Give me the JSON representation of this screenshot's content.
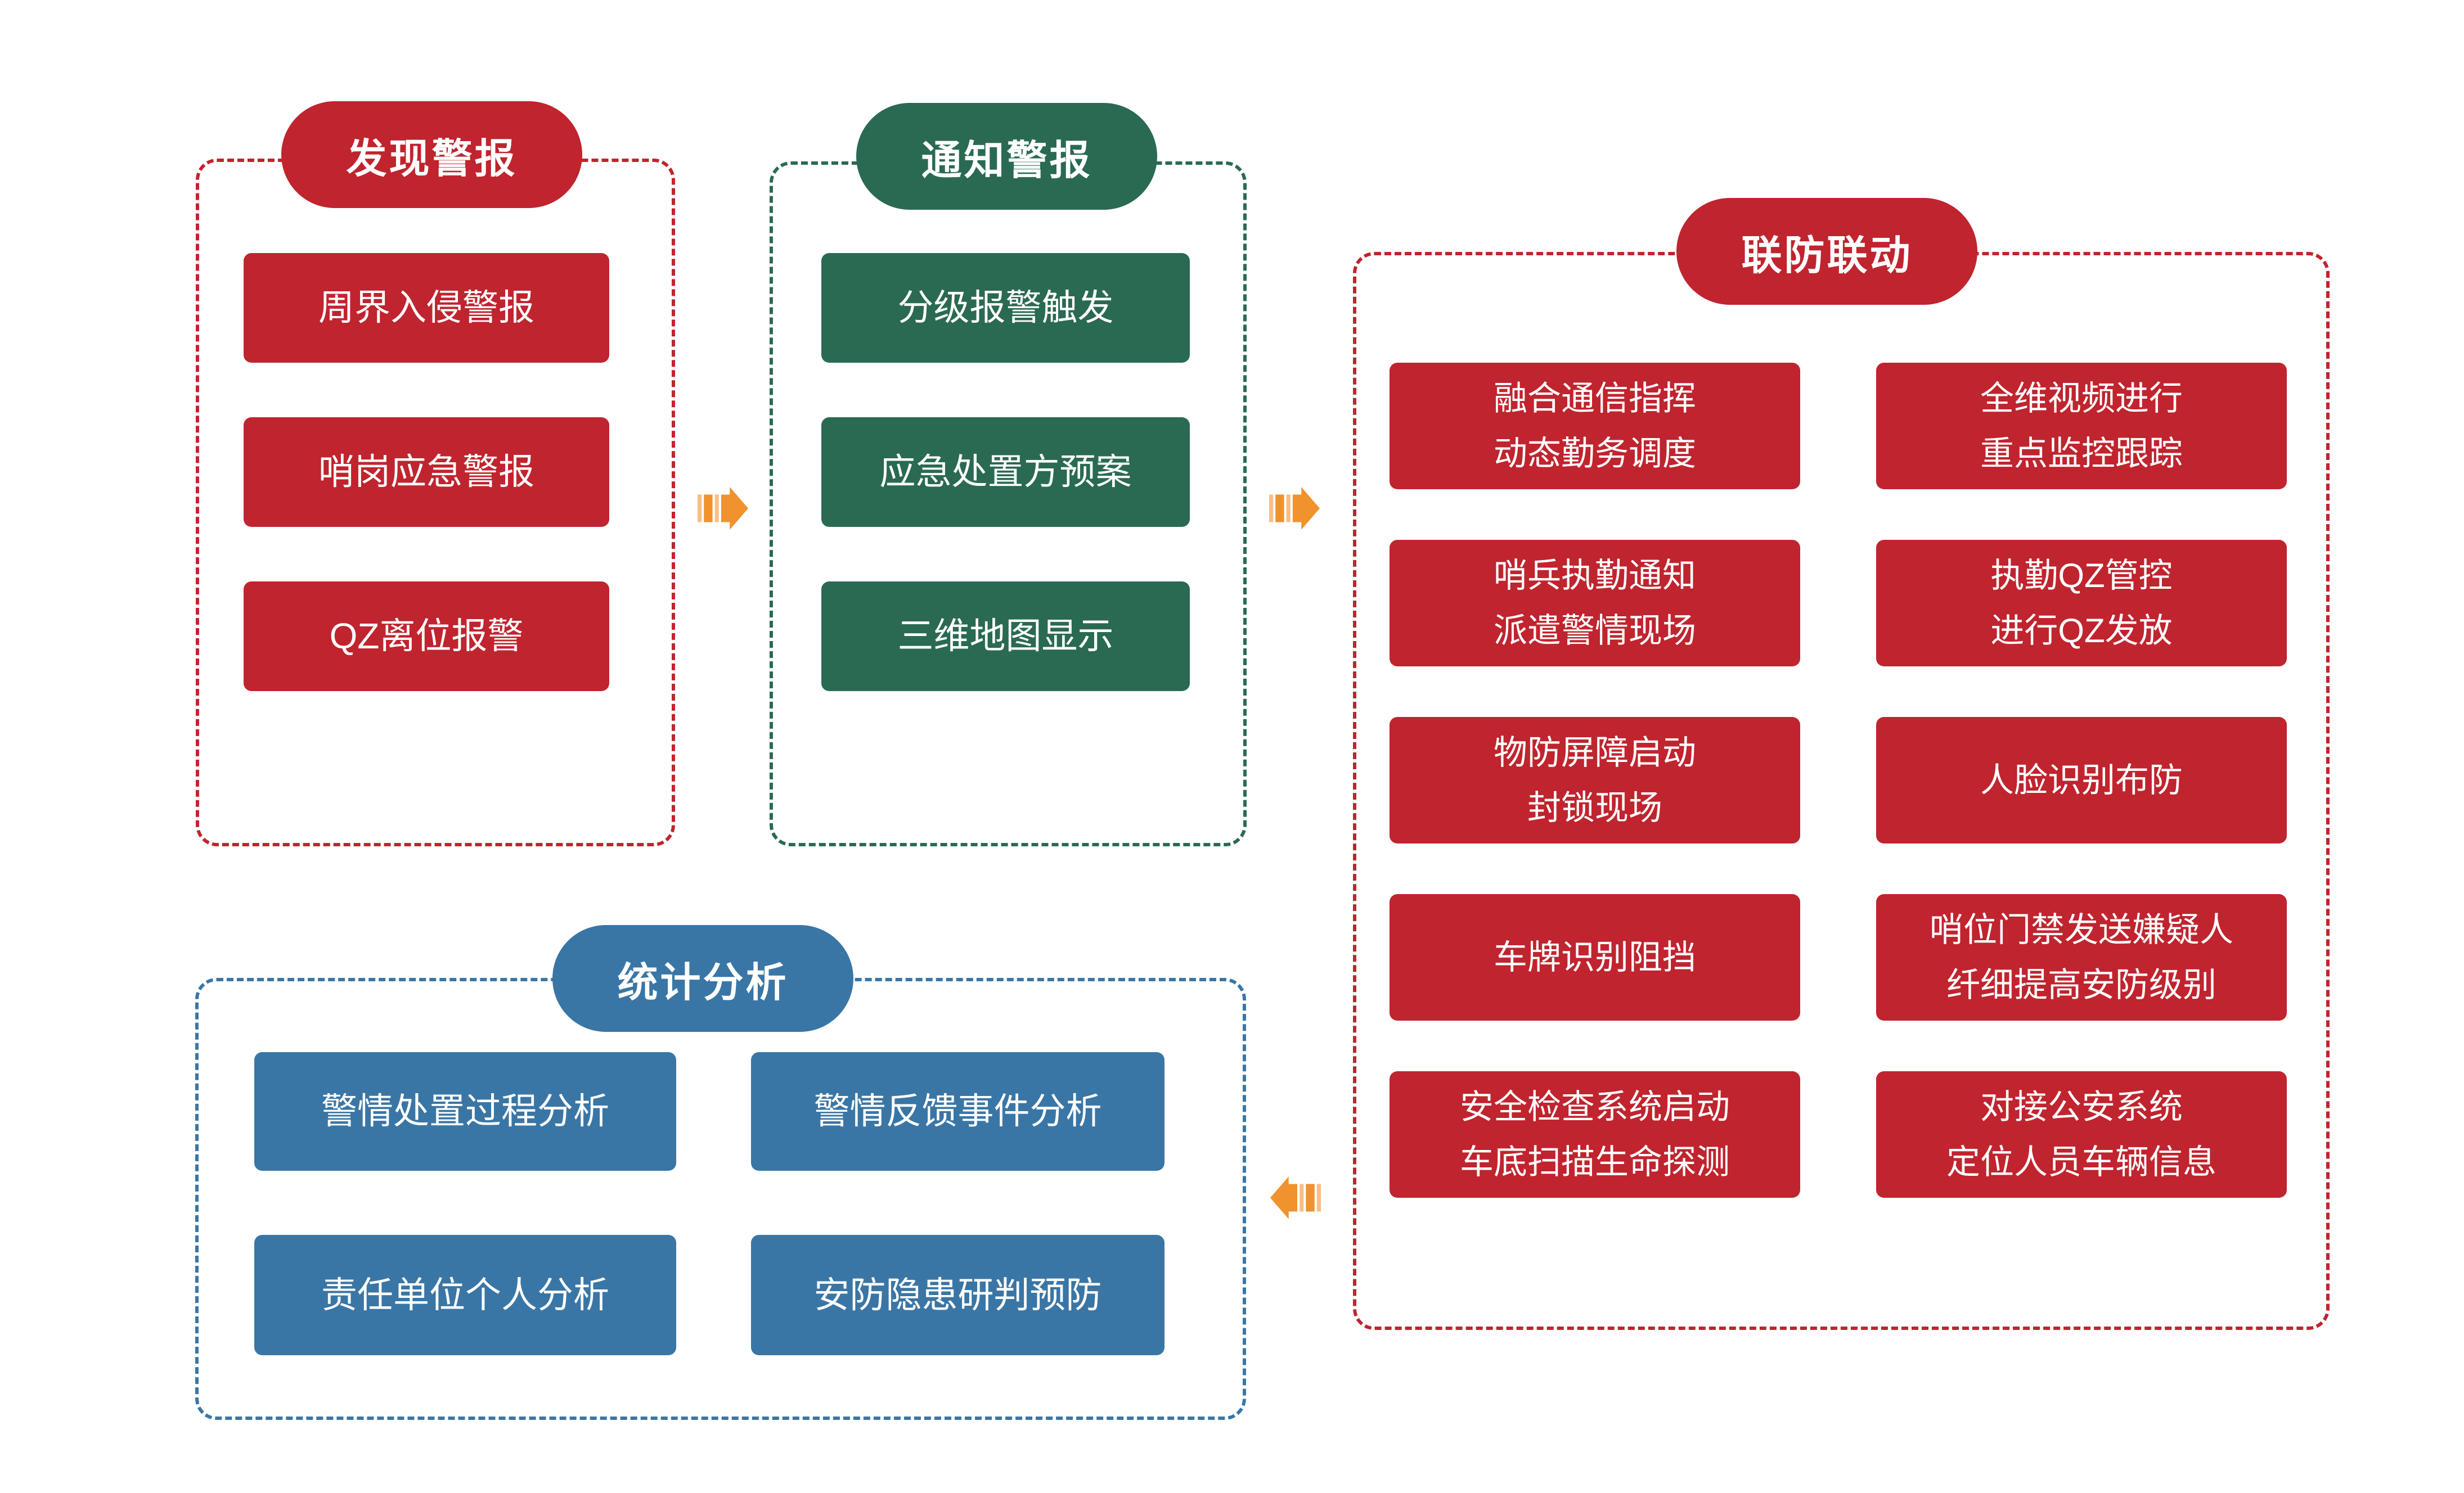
{
  "palette": {
    "red": "#C0242E",
    "green": "#2A6A52",
    "blue": "#3A76A5",
    "arrow_orange": "#F0922D",
    "arrow_orange_light": "#F7BE87"
  },
  "groups": {
    "discover": {
      "title": "发现警报",
      "items": [
        "周界入侵警报",
        "哨岗应急警报",
        "QZ离位报警"
      ]
    },
    "notify": {
      "title": "通知警报",
      "items": [
        "分级报警触发",
        "应急处置方预案",
        "三维地图显示"
      ]
    },
    "linkage": {
      "title": "联防联动",
      "col1": [
        "融合通信指挥\n动态勤务调度",
        "哨兵执勤通知\n派遣警情现场",
        "物防屏障启动\n封锁现场",
        "车牌识别阻挡",
        "安全检查系统启动\n车底扫描生命探测"
      ],
      "col2": [
        "全维视频进行\n重点监控跟踪",
        "执勤QZ管控\n进行QZ发放",
        "人脸识别布防",
        "哨位门禁发送嫌疑人\n纤细提高安防级别",
        "对接公安系统\n定位人员车辆信息"
      ]
    },
    "stats": {
      "title": "统计分析",
      "col1": [
        "警情处置过程分析",
        "责任单位个人分析"
      ],
      "col2": [
        "警情反馈事件分析",
        "安防隐患研判预防"
      ]
    }
  },
  "arrows": [
    {
      "name": "arrow-discover-to-notify",
      "direction": "right"
    },
    {
      "name": "arrow-notify-to-linkage",
      "direction": "right"
    },
    {
      "name": "arrow-linkage-to-stats",
      "direction": "left"
    }
  ]
}
